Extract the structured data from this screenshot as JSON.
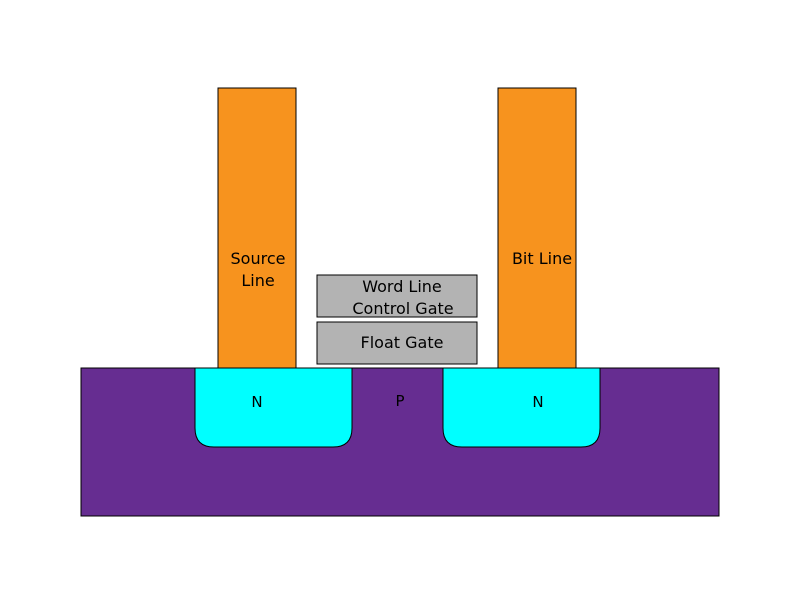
{
  "labels": {
    "source_line": [
      "Source",
      "Line"
    ],
    "bit_line": "Bit Line",
    "word_line_control_gate": [
      "Word Line",
      "Control Gate"
    ],
    "float_gate": "Float Gate",
    "source_n": "N",
    "substrate_p": "P",
    "drain_n": "N"
  },
  "colors": {
    "substrate": "#662d91",
    "n_region": "#00ffff",
    "metal_line": "#f7931e",
    "gate": "#b3b3b3",
    "outline": "#000000"
  }
}
